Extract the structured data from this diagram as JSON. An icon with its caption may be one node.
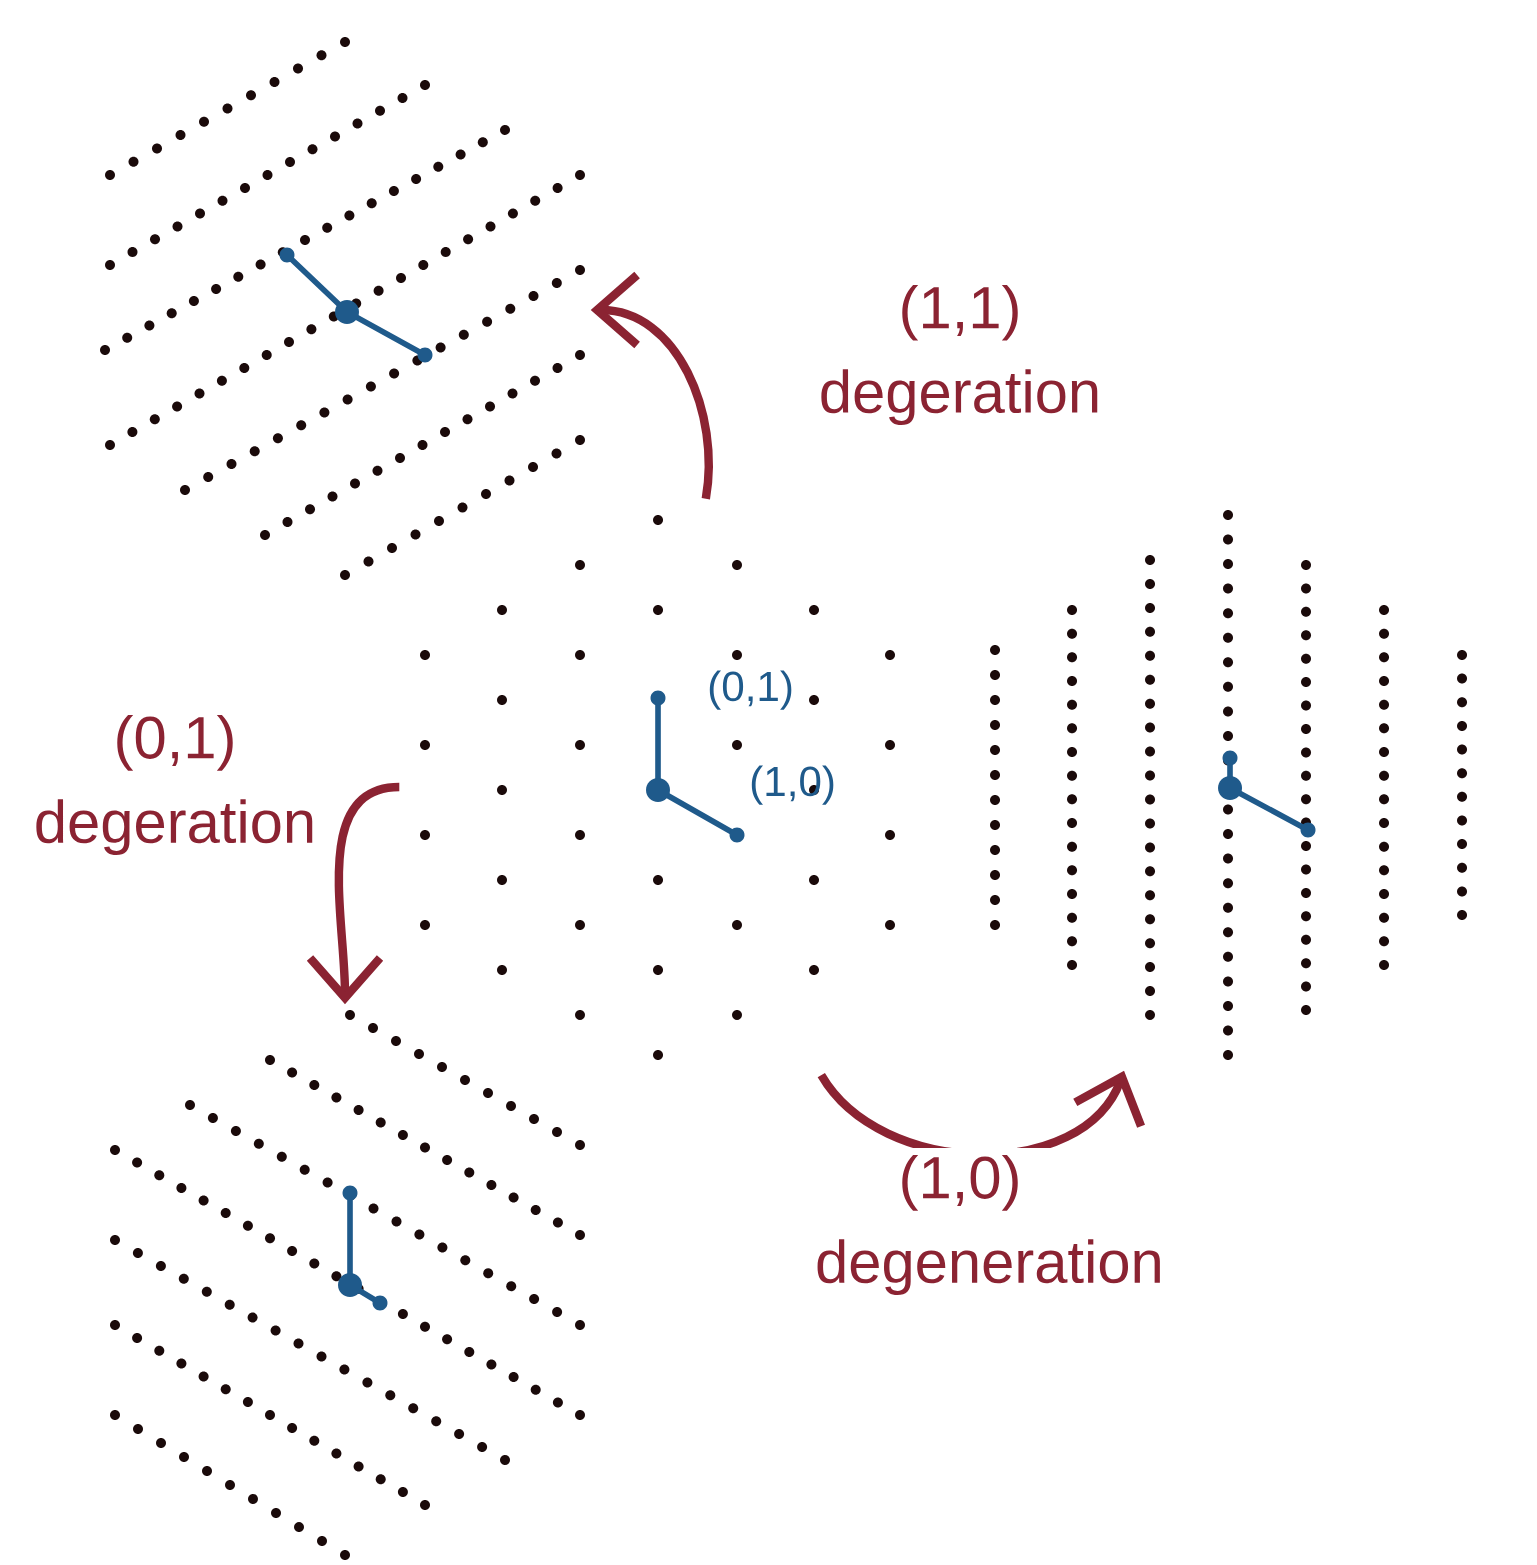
{
  "diagram": {
    "nodes": [
      {
        "text": [],
        "shape": "picture"
      },
      {
        "text": [],
        "shape": "picture"
      },
      {
        "text": [],
        "shape": "picture"
      },
      {
        "text": [],
        "shape": "picture"
      }
    ],
    "edges": [
      {
        "from": 0,
        "to": 1,
        "arrow": "to",
        "label": "(1,1) degeration"
      },
      {
        "from": 0,
        "to": 3,
        "arrow": "to",
        "label": "(0,1) degeration"
      },
      {
        "from": 0,
        "to": 2,
        "arrow": "to",
        "label": "(1,0) degeneration"
      }
    ],
    "labels": [
      "(0,1)",
      "(1,0)"
    ]
  }
}
